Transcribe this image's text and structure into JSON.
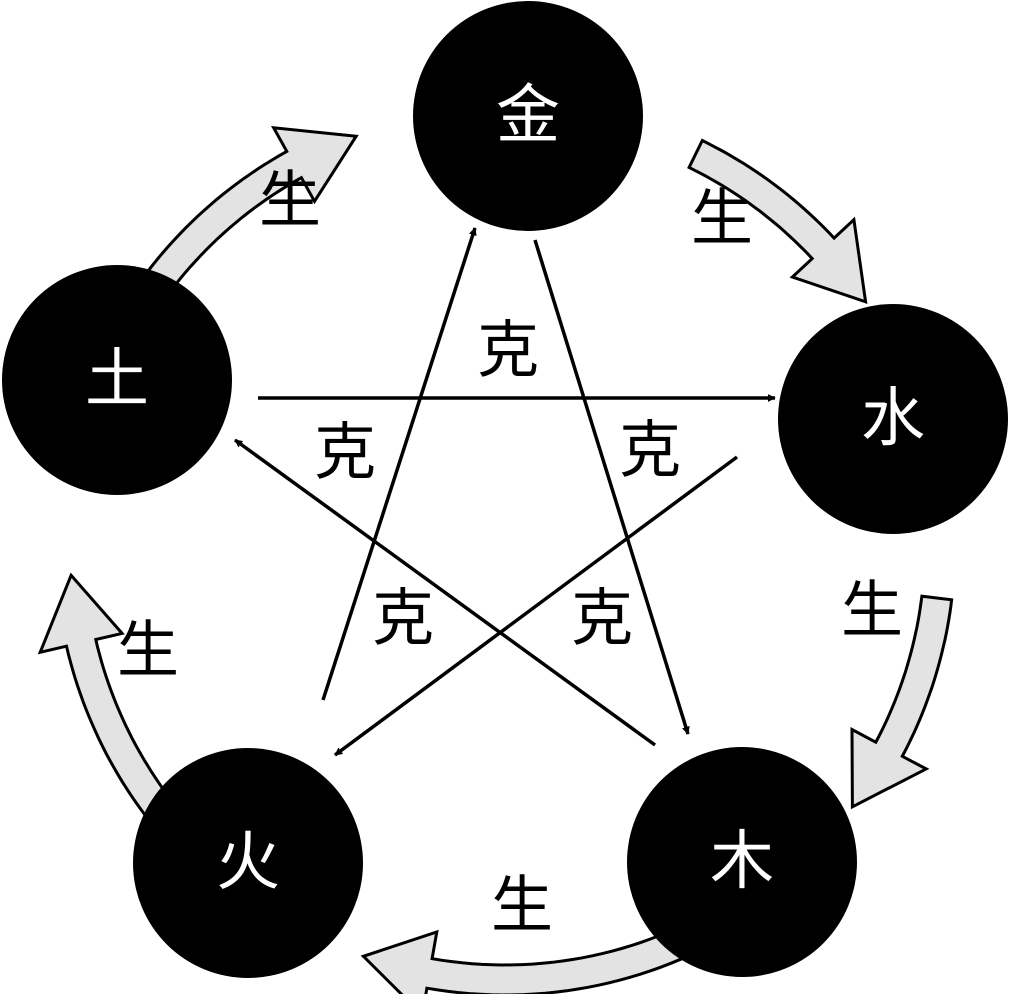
{
  "elements": {
    "metal": "金",
    "water": "水",
    "wood": "木",
    "fire": "火",
    "earth": "土"
  },
  "generating_label": "生",
  "controlling_label": "克",
  "generating_cycle": [
    {
      "from": "metal",
      "to": "water"
    },
    {
      "from": "water",
      "to": "wood"
    },
    {
      "from": "wood",
      "to": "fire"
    },
    {
      "from": "fire",
      "to": "earth"
    },
    {
      "from": "earth",
      "to": "metal"
    }
  ],
  "controlling_cycle": [
    {
      "from": "earth",
      "to": "water"
    },
    {
      "from": "fire",
      "to": "metal"
    },
    {
      "from": "metal",
      "to": "wood"
    },
    {
      "from": "water",
      "to": "fire"
    },
    {
      "from": "wood",
      "to": "earth"
    }
  ],
  "colors": {
    "node_fill": "#000000",
    "node_text": "#ffffff",
    "generating_arrow_fill": "#e3e3e3",
    "line": "#000000"
  }
}
